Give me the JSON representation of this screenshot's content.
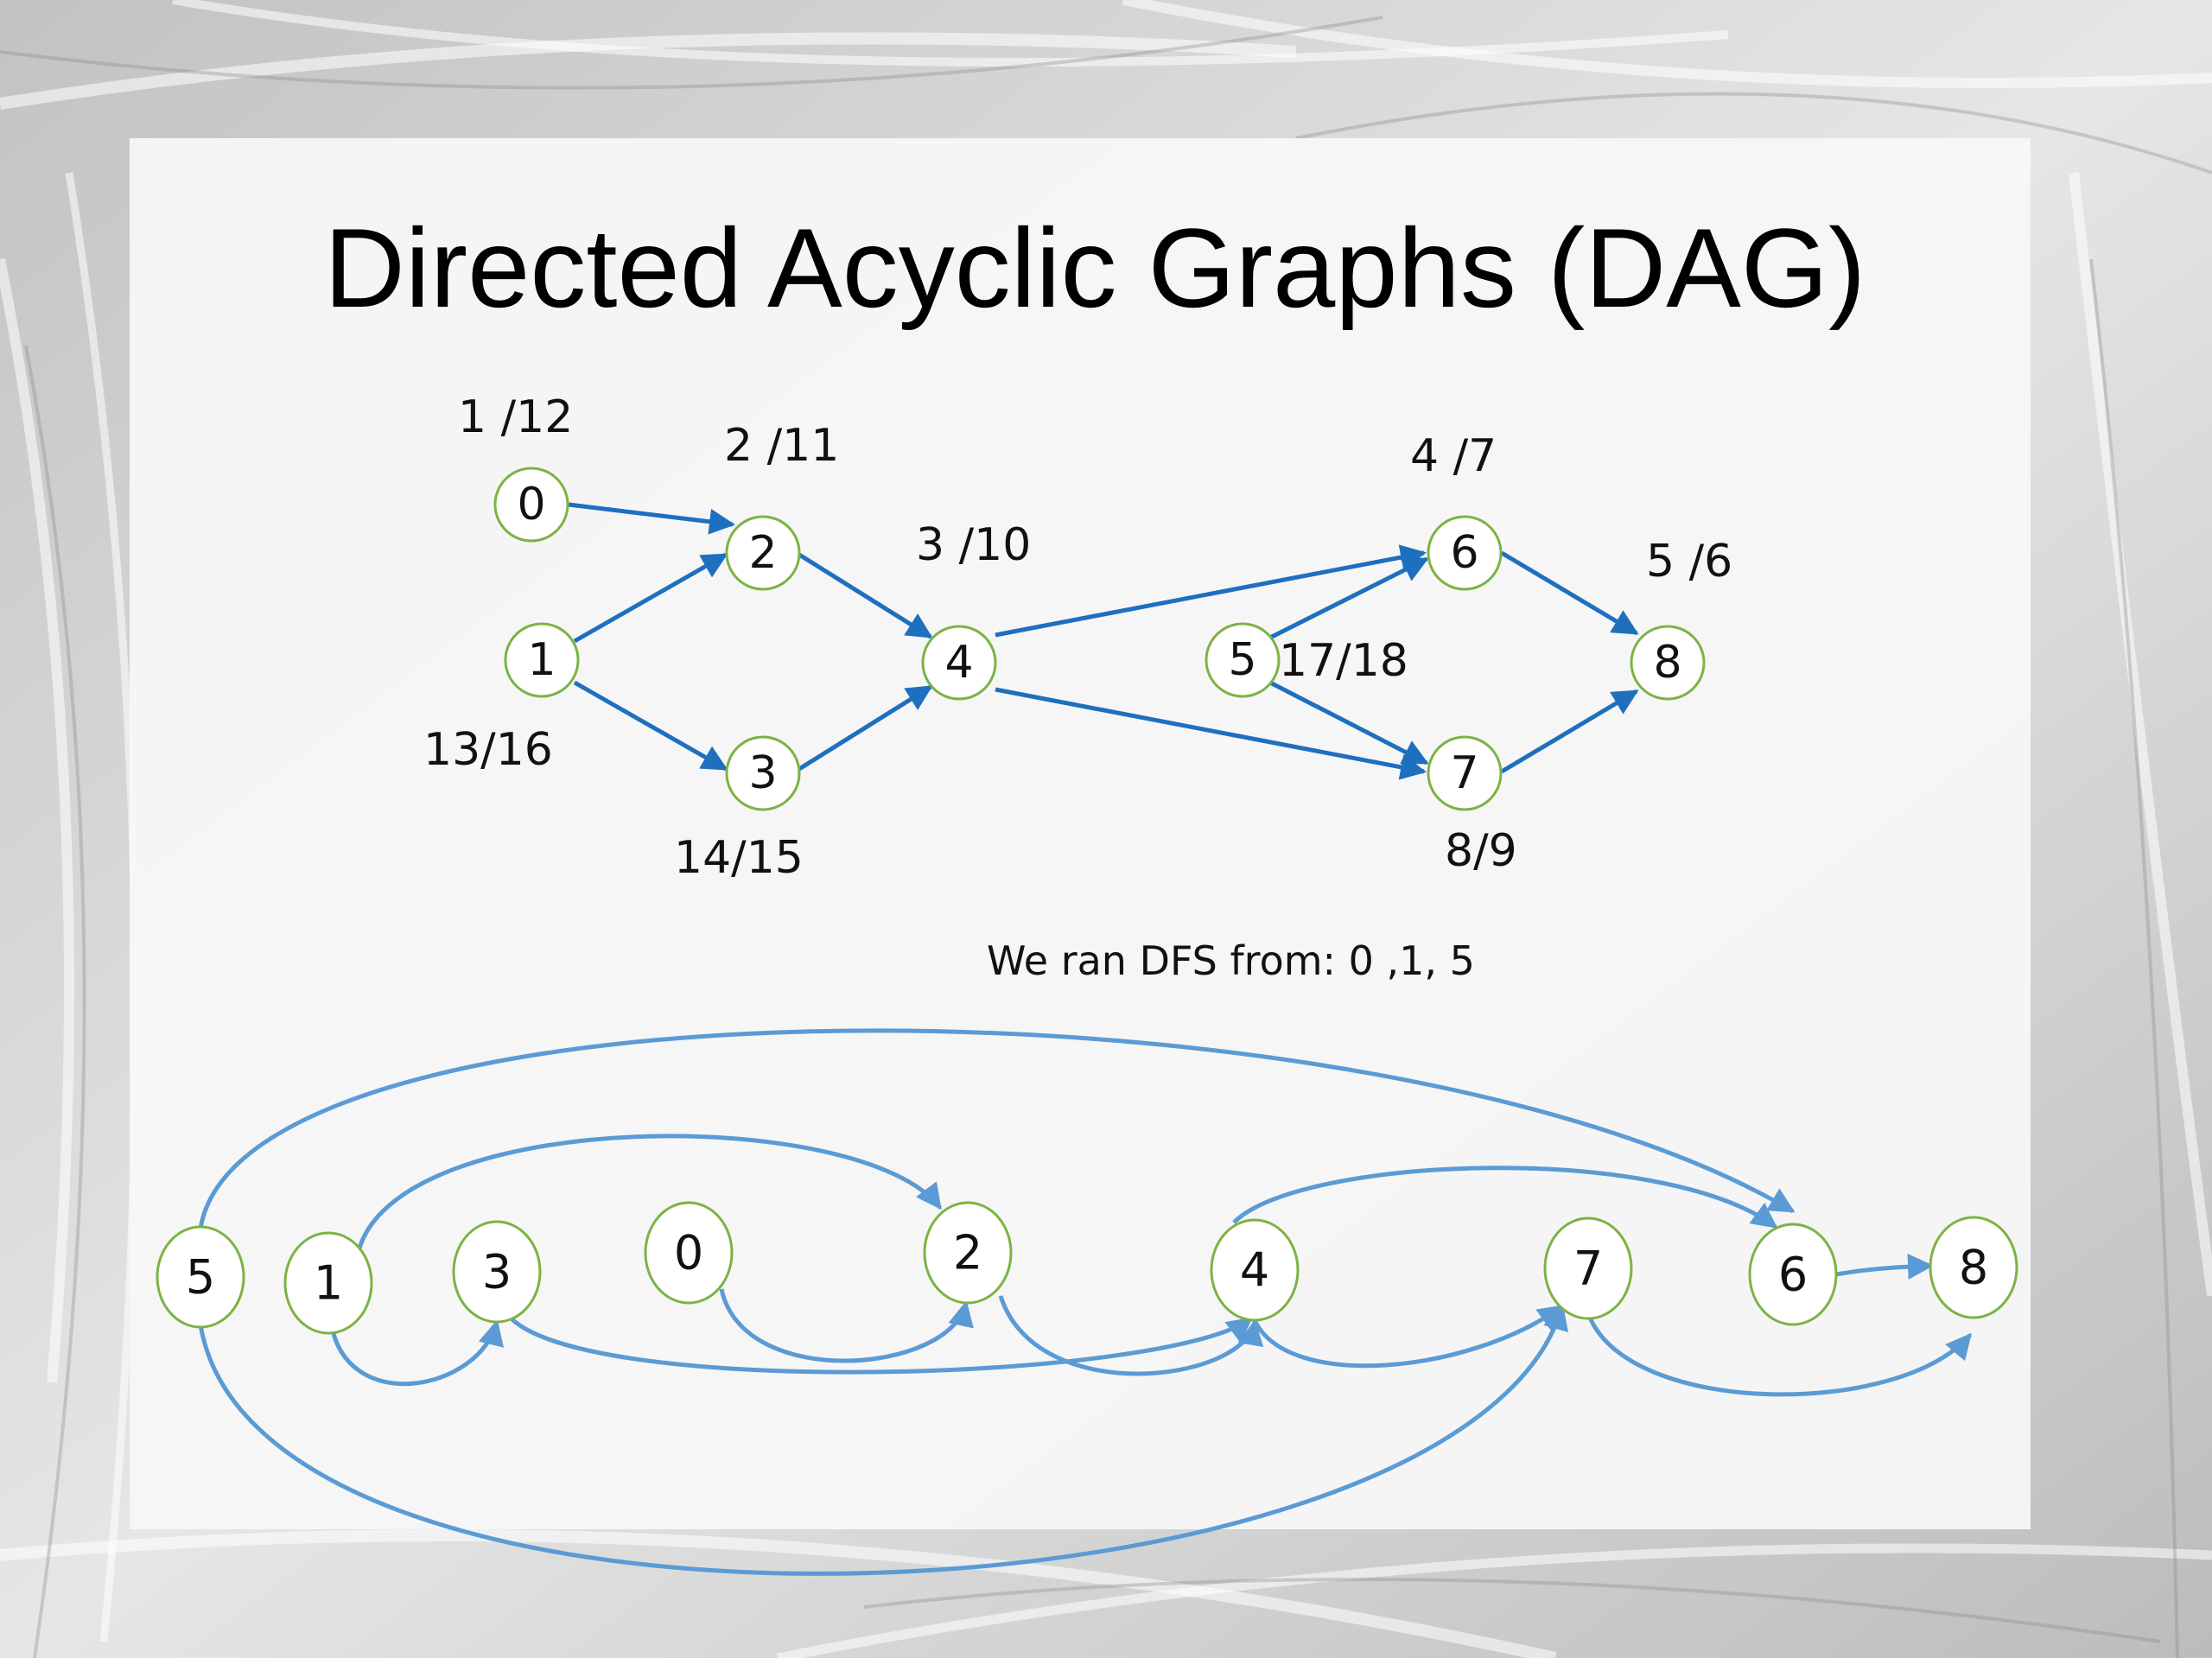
{
  "slide": {
    "title": "Directed Acyclic Graphs (DAG)",
    "caption": "We ran DFS from: 0 ,1, 5"
  },
  "colors": {
    "node_stroke": "#7cb342",
    "top_edge": "#1f6fbf",
    "bottom_edge": "#5b9bd5",
    "text": "#111111"
  },
  "dfs_graph": {
    "nodes": [
      {
        "id": "0",
        "label": "0",
        "time": "1 /12"
      },
      {
        "id": "1",
        "label": "1",
        "time": "13/16"
      },
      {
        "id": "2",
        "label": "2",
        "time": "2 /11"
      },
      {
        "id": "3",
        "label": "3",
        "time": "14/15"
      },
      {
        "id": "4",
        "label": "4",
        "time": "3 /10"
      },
      {
        "id": "5",
        "label": "5",
        "time": "17/18"
      },
      {
        "id": "6",
        "label": "6",
        "time": "4 /7"
      },
      {
        "id": "7",
        "label": "7",
        "time": "8/9"
      },
      {
        "id": "8",
        "label": "8",
        "time": "5 /6"
      }
    ],
    "edges": [
      [
        "0",
        "2"
      ],
      [
        "1",
        "2"
      ],
      [
        "1",
        "3"
      ],
      [
        "2",
        "4"
      ],
      [
        "3",
        "4"
      ],
      [
        "4",
        "6"
      ],
      [
        "4",
        "7"
      ],
      [
        "5",
        "6"
      ],
      [
        "5",
        "7"
      ],
      [
        "6",
        "8"
      ],
      [
        "7",
        "8"
      ]
    ]
  },
  "topological_order": {
    "nodes": [
      "5",
      "1",
      "3",
      "0",
      "2",
      "4",
      "7",
      "6",
      "8"
    ],
    "edges": [
      [
        "5",
        "6"
      ],
      [
        "5",
        "7"
      ],
      [
        "1",
        "2"
      ],
      [
        "1",
        "3"
      ],
      [
        "0",
        "2"
      ],
      [
        "3",
        "4"
      ],
      [
        "2",
        "4"
      ],
      [
        "4",
        "6"
      ],
      [
        "4",
        "7"
      ],
      [
        "7",
        "8"
      ],
      [
        "6",
        "8"
      ]
    ]
  }
}
